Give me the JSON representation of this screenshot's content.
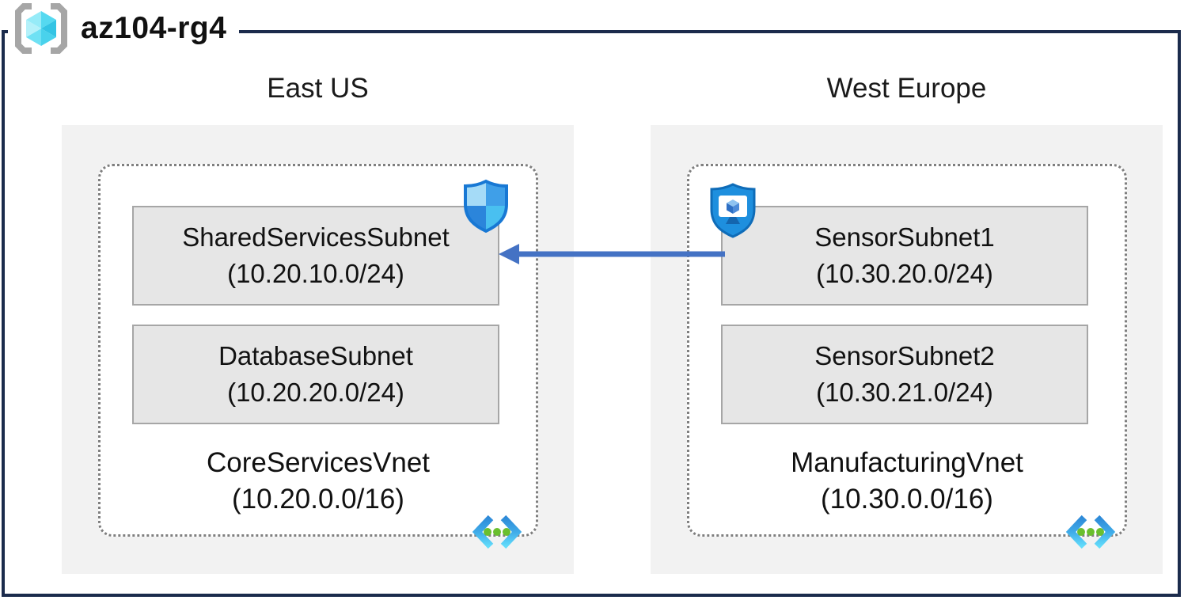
{
  "header": {
    "title": "az104-rg4",
    "icon": "resource-group-icon"
  },
  "regions": [
    {
      "name": "East US",
      "vnet": {
        "name": "CoreServicesVnet",
        "cidr": "(10.20.0.0/16)",
        "icon": "virtual-network-icon"
      },
      "subnets": [
        {
          "name": "SharedServicesSubnet",
          "cidr": "(10.20.10.0/24)",
          "badge_icon": "defender-shield-icon"
        },
        {
          "name": "DatabaseSubnet",
          "cidr": "(10.20.20.0/24)"
        }
      ]
    },
    {
      "name": "West Europe",
      "vnet": {
        "name": "ManufacturingVnet",
        "cidr": "(10.30.0.0/16)",
        "icon": "virtual-network-icon"
      },
      "subnets": [
        {
          "name": "SensorSubnet1",
          "cidr": "(10.30.20.0/24)",
          "badge_icon": "bastion-shield-icon"
        },
        {
          "name": "SensorSubnet2",
          "cidr": "(10.30.21.0/24)"
        }
      ]
    }
  ],
  "connection": {
    "from": "SensorSubnet1",
    "to": "SharedServicesSubnet",
    "direction": "right-to-left"
  },
  "colors": {
    "frame_border": "#1B2B4C",
    "region_fill": "#F2F2F2",
    "vnet_fill": "#FFFFFF",
    "vnet_dotted_border": "#7F7F7F",
    "subnet_fill": "#E6E6E6",
    "subnet_border": "#A6A6A6",
    "arrow": "#4472C4",
    "cube_cyan": "#50D7EE",
    "shield_blue": "#1E88DC",
    "green_dot": "#6ABF2E",
    "bracket_gray": "#A6A6A6"
  }
}
